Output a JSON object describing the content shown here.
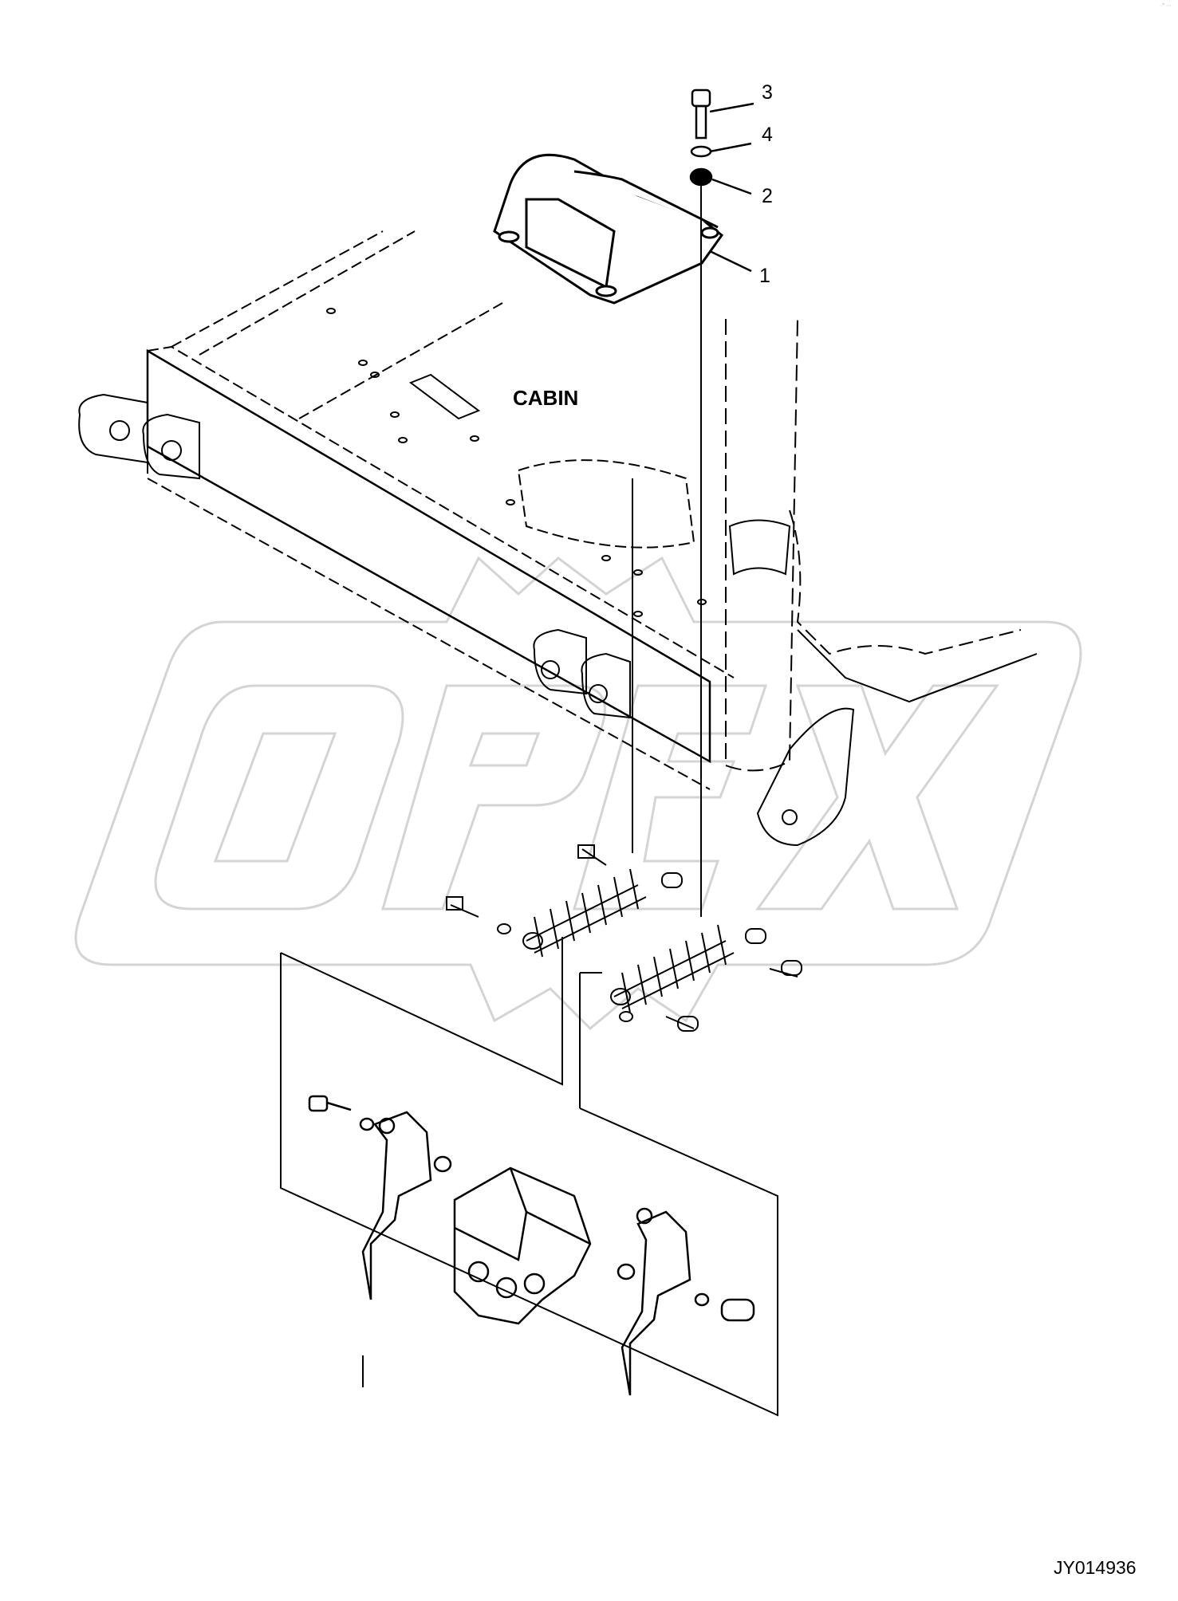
{
  "diagram": {
    "section_label": "CABIN",
    "callouts": [
      "1",
      "2",
      "3",
      "4"
    ],
    "figure_code": "JY014936",
    "corner_mark": "·° ···",
    "watermark": "OPEX"
  },
  "colors": {
    "line": "#000000",
    "watermark": "#d8d8d8"
  }
}
